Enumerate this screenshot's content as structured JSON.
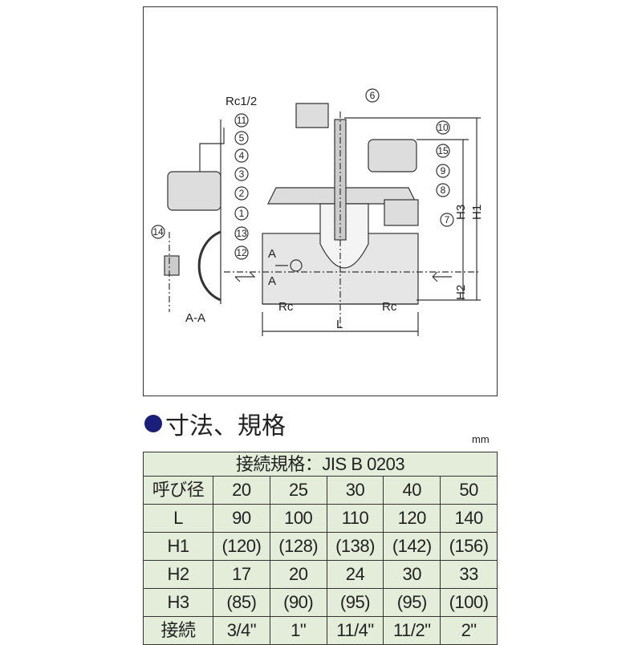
{
  "drawing": {
    "callouts": [
      "1",
      "2",
      "3",
      "4",
      "5",
      "6",
      "7",
      "8",
      "9",
      "10",
      "11",
      "12",
      "13",
      "14",
      "15"
    ],
    "labels": {
      "rc_half": "Rc1/2",
      "rc_left": "Rc",
      "rc_right": "Rc",
      "length": "L",
      "h1": "H1",
      "h2": "H2",
      "h3": "H3",
      "section_a1": "A",
      "section_a2": "A",
      "section_view": "A-A"
    }
  },
  "section": {
    "title": "寸法、規格",
    "unit": "mm"
  },
  "table": {
    "header": "接続規格：JIS B 0203",
    "rows": [
      {
        "label": "呼び径",
        "values": [
          "20",
          "25",
          "30",
          "40",
          "50"
        ]
      },
      {
        "label": "L",
        "values": [
          "90",
          "100",
          "110",
          "120",
          "140"
        ]
      },
      {
        "label": "H1",
        "values": [
          "(120)",
          "(128)",
          "(138)",
          "(142)",
          "(156)"
        ]
      },
      {
        "label": "H2",
        "values": [
          "17",
          "20",
          "24",
          "30",
          "33"
        ]
      },
      {
        "label": "H3",
        "values": [
          "(85)",
          "(90)",
          "(95)",
          "(95)",
          "(100)"
        ]
      },
      {
        "label": "接続",
        "values": [
          "3/4\"",
          "1\"",
          "11/4\"",
          "11/2\"",
          "2\""
        ]
      }
    ]
  }
}
